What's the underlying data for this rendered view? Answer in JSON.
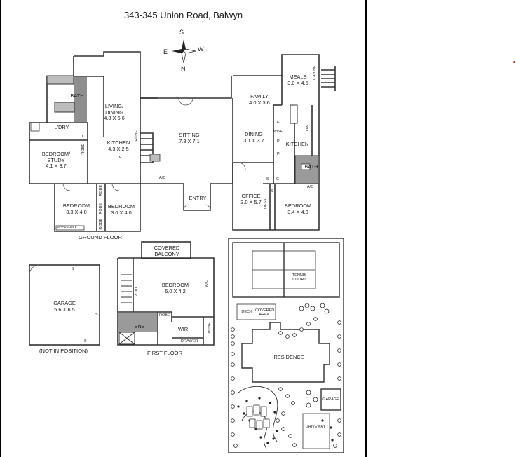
{
  "title": "343-345 Union Road, Balwyn",
  "compass": {
    "s": "S",
    "e": "E",
    "w": "W",
    "n": "N"
  },
  "ground_floor": {
    "caption": "GROUND FLOOR",
    "rooms": [
      {
        "id": "bath",
        "name": "BATH",
        "dim": ""
      },
      {
        "id": "living",
        "name": "LIVING/ DINING",
        "dim": "4.3 X 6.6"
      },
      {
        "id": "ldry",
        "name": "L'DRY",
        "dim": ""
      },
      {
        "id": "study",
        "name": "BEDROOM/ STUDY",
        "dim": "4.1 X 3.7"
      },
      {
        "id": "kitchen1",
        "name": "KITCHEN",
        "dim": "4.3 X 2.5"
      },
      {
        "id": "sitting",
        "name": "SITTING",
        "dim": "7.8 X 7.1"
      },
      {
        "id": "family",
        "name": "FAMILY",
        "dim": "4.0 X 3.6"
      },
      {
        "id": "meals",
        "name": "MEALS",
        "dim": "3.0 X 4.5"
      },
      {
        "id": "dining",
        "name": "DINING",
        "dim": "3.1 X 3.7"
      },
      {
        "id": "kitchen2",
        "name": "KITCHEN",
        "dim": ""
      },
      {
        "id": "bath2",
        "name": "BATH",
        "dim": ""
      },
      {
        "id": "bed1",
        "name": "BEDROOM",
        "dim": "3.3 X 4.0"
      },
      {
        "id": "bed2",
        "name": "BEDROOM",
        "dim": "3.0 X 4.0"
      },
      {
        "id": "entry",
        "name": "ENTRY",
        "dim": ""
      },
      {
        "id": "office",
        "name": "OFFICE",
        "dim": "3.0 X 5.7"
      },
      {
        "id": "bed3",
        "name": "BEDROOM",
        "dim": "3.4 X 4.0"
      }
    ],
    "fixtures": {
      "robe": "ROBE",
      "ac": "A/C",
      "wine": "WINE",
      "desk": "DESK",
      "cabinet": "CABINET",
      "dw": "DW",
      "c": "C",
      "f": "F",
      "p": "P",
      "s": "S",
      "bookshelf": "BOOKSHELF"
    }
  },
  "garage": {
    "name": "GARAGE",
    "dim": "5.6 X 6.5",
    "note": "(NOT IN POSITION)",
    "s": "S"
  },
  "first_floor": {
    "caption": "FIRST FLOOR",
    "balcony": "COVERED BALCONY",
    "bedroom": {
      "name": "BEDROOM",
      "dim": "6.0 X 4.2"
    },
    "ens": "ENS",
    "wir": "WIR",
    "robe": "ROBE",
    "drawer": "DRAWER",
    "void": "VOID",
    "ac": "A/C"
  },
  "site_plan": {
    "tennis": "TENNIS COURT",
    "deck": "DECK",
    "covered_area": "COVERED AREA",
    "residence": "RESIDENCE",
    "garage": "GARAGE",
    "driveway": "DRIVEWAY"
  }
}
